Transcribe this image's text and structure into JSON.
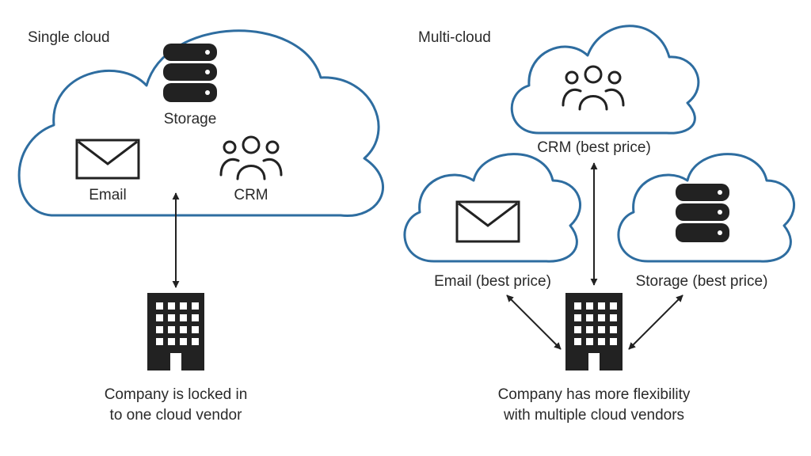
{
  "colors": {
    "cloud_outline": "#2e6da0",
    "icon": "#222222",
    "text": "#2a2a2a"
  },
  "single": {
    "title": "Single cloud",
    "services": {
      "storage": {
        "label": "Storage",
        "icon": "database-icon"
      },
      "email": {
        "label": "Email",
        "icon": "envelope-icon"
      },
      "crm": {
        "label": "CRM",
        "icon": "people-group-icon"
      }
    },
    "company": {
      "icon": "office-building-icon",
      "caption_line1": "Company is locked in",
      "caption_line2": "to one cloud vendor"
    }
  },
  "multi": {
    "title": "Multi-cloud",
    "services": {
      "crm": {
        "label": "CRM (best price)",
        "icon": "people-group-icon"
      },
      "email": {
        "label": "Email (best price)",
        "icon": "envelope-icon"
      },
      "storage": {
        "label": "Storage (best price)",
        "icon": "database-icon"
      }
    },
    "company": {
      "icon": "office-building-icon",
      "caption_line1": "Company has more flexibility",
      "caption_line2": "with multiple cloud vendors"
    }
  }
}
